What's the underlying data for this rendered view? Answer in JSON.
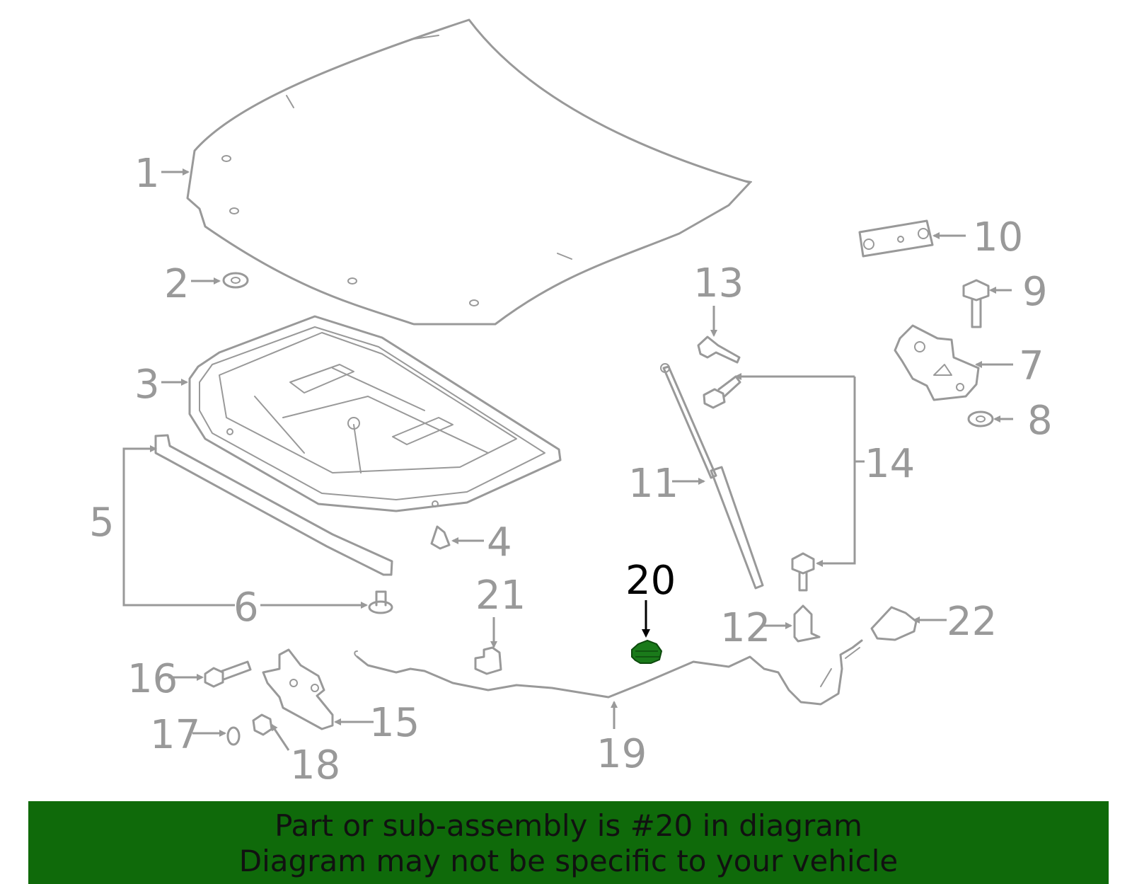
{
  "callouts": [
    "1",
    "2",
    "3",
    "4",
    "5",
    "6",
    "7",
    "8",
    "9",
    "10",
    "11",
    "12",
    "13",
    "14",
    "15",
    "16",
    "17",
    "18",
    "19",
    "20",
    "21",
    "22"
  ],
  "highlighted_callout": "20",
  "colors": {
    "part_line": "#999999",
    "highlight_part": "#1a7a1a",
    "highlight_label": "#000000",
    "banner_bg": "#0f6a0a"
  },
  "banner": {
    "line1": "Part or sub-assembly is #20 in diagram",
    "line2": "Diagram may not be specific to your vehicle"
  }
}
